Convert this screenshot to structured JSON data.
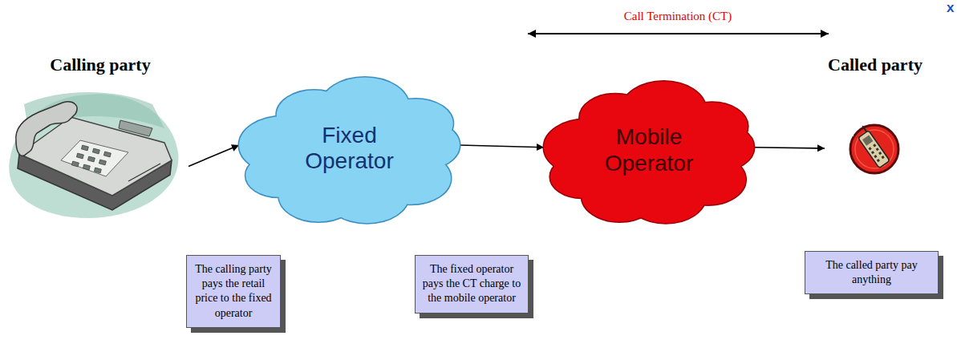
{
  "diagram": {
    "nodes": [
      {
        "text": [
          "Calling party"
        ]
      },
      {
        "text": [
          "Fixed Operator"
        ]
      },
      {
        "text": [
          "Mobile Operator"
        ]
      },
      {
        "text": [
          "Called party"
        ]
      },
      {
        "text": [
          "The calling party pays the retail price to the fixed operator"
        ]
      },
      {
        "text": [
          "The fixed operator pays the CT charge to the mobile operator"
        ]
      },
      {
        "text": [
          "The called party pay anything"
        ]
      }
    ],
    "edges": [
      {
        "from": 0,
        "to": 1,
        "arrow": "to"
      },
      {
        "from": 1,
        "to": 2,
        "arrow": "to"
      },
      {
        "from": 2,
        "to": 3,
        "arrow": "to"
      }
    ],
    "labels": [
      "Call Termination (CT)",
      "x"
    ]
  }
}
